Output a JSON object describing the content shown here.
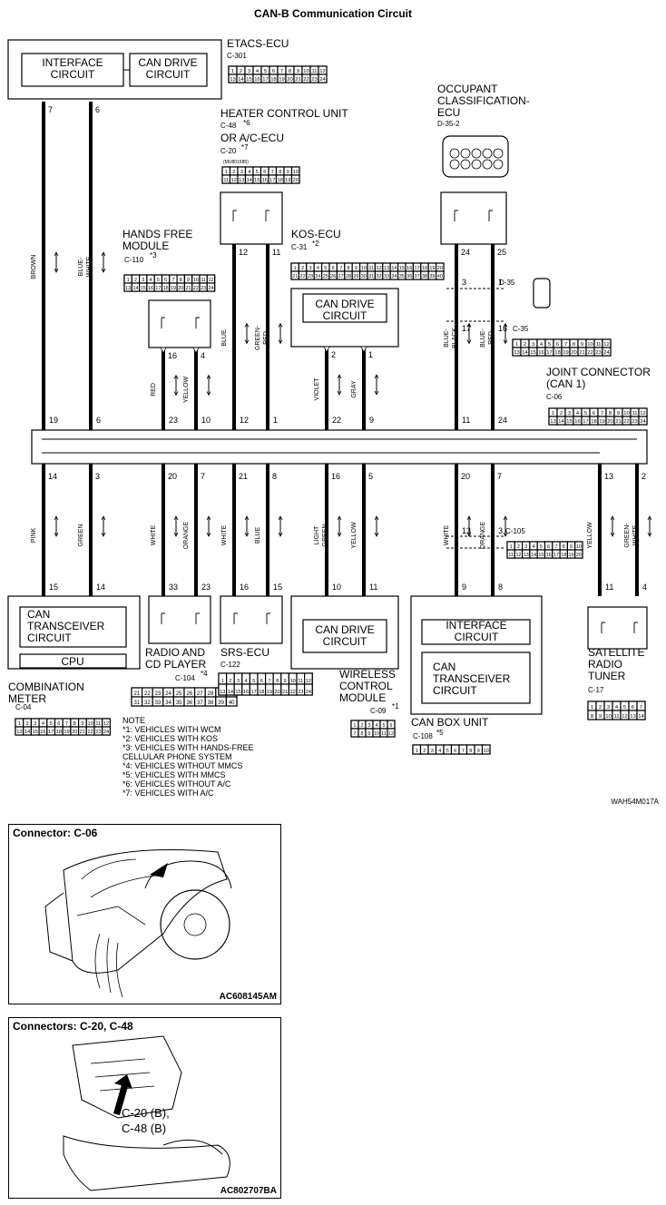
{
  "title": "CAN-B Communication Circuit",
  "figure_code": "WAH54M017A",
  "modules": {
    "etacs": {
      "name": "ETACS-ECU",
      "connector": "C-301",
      "circuit1": "INTERFACE\nCIRCUIT",
      "circuit2": "CAN DRIVE\nCIRCUIT"
    },
    "heater": {
      "name1": "HEATER CONTROL UNIT",
      "connector1": "C-48",
      "star1": "*6",
      "name2": "OR A/C-ECU",
      "connector2": "C-20",
      "star2": "*7",
      "part_no": "(MU801585)"
    },
    "occupant": {
      "name": "OCCUPANT\nCLASSIFICATION-\nECU",
      "connector": "D-35-2"
    },
    "handsfree": {
      "name": "HANDS FREE\nMODULE",
      "connector": "C-110",
      "star": "*3"
    },
    "kos": {
      "name": "KOS-ECU",
      "connector": "C-31",
      "star": "*2",
      "circuit": "CAN DRIVE\nCIRCUIT"
    },
    "joint": {
      "name": "JOINT CONNECTOR\n(CAN 1)",
      "connector": "C-06"
    },
    "combo": {
      "name": "COMBINATION\nMETER",
      "connector": "C-04",
      "circuit": "CAN\nTRANSCEIVER\nCIRCUIT",
      "cpu": "CPU"
    },
    "radio": {
      "name": "RADIO AND\nCD PLAYER",
      "connector": "C-104",
      "star": "*4"
    },
    "srs": {
      "name": "SRS-ECU",
      "connector": "C-122"
    },
    "wcm": {
      "name": "WIRELESS\nCONTROL\nMODULE",
      "connector": "C-09",
      "star": "*1",
      "circuit": "CAN DRIVE\nCIRCUIT"
    },
    "canbox": {
      "name": "CAN BOX UNIT",
      "connector": "C-108",
      "star": "*5",
      "circuit1": "INTERFACE\nCIRCUIT",
      "circuit2": "CAN\nTRANSCEIVER\nCIRCUIT"
    },
    "satellite": {
      "name": "SATELLITE\nRADIO\nTUNER",
      "connector": "C-17"
    },
    "d35": "D-35",
    "c35": "C-35",
    "c105": "C-105"
  },
  "notes": [
    "NOTE",
    "*1: VEHICLES WITH WCM",
    "*2: VEHICLES WITH KOS",
    "*3: VEHICLES WITH HANDS-FREE",
    "      CELLULAR PHONE SYSTEM",
    "*4: VEHICLES WITHOUT MMCS",
    "*5: VEHICLES WITH MMCS",
    "*6: VEHICLES WITHOUT A/C",
    "*7: VEHICLES WITH A/C"
  ],
  "wires_top": [
    {
      "pin_top": "7",
      "color": "BROWN",
      "pin_bottom": "19"
    },
    {
      "pin_top": "6",
      "color": "BLUE-\nWHITE",
      "pin_bottom": "6"
    },
    {
      "pin_top": "16",
      "color": "RED",
      "pin_bottom": "23"
    },
    {
      "pin_top": "4",
      "color": "YELLOW",
      "pin_bottom": "10"
    },
    {
      "pin_top": "12",
      "color": "BLUE",
      "pin_bottom": "12"
    },
    {
      "pin_top": "11",
      "color": "GREEN-\nRED",
      "pin_bottom": "1"
    },
    {
      "pin_top": "2",
      "color": "VIOLET",
      "pin_bottom": "22"
    },
    {
      "pin_top": "1",
      "color": "GRAY",
      "pin_bottom": "9"
    },
    {
      "pin_top": "24",
      "color": "BLUE-\nBLACK",
      "pin_bottom": "11"
    },
    {
      "pin_top": "25",
      "color": "BLUE-\nRED",
      "pin_bottom": "24"
    }
  ],
  "wires_bottom": [
    {
      "pin_top": "14",
      "color": "PINK",
      "pin_bottom": "15"
    },
    {
      "pin_top": "3",
      "color": "GREEN",
      "pin_bottom": "14"
    },
    {
      "pin_top": "20",
      "color": "WHITE",
      "pin_bottom": "33"
    },
    {
      "pin_top": "7",
      "color": "ORANGE",
      "pin_bottom": "23"
    },
    {
      "pin_top": "21",
      "color": "WHITE",
      "pin_bottom": "16"
    },
    {
      "pin_top": "8",
      "color": "BLUE",
      "pin_bottom": "15"
    },
    {
      "pin_top": "16",
      "color": "LIGHT\nGREEN",
      "pin_bottom": "10"
    },
    {
      "pin_top": "5",
      "color": "YELLOW",
      "pin_bottom": "11"
    },
    {
      "pin_top": "20",
      "color": "WHITE",
      "pin_bottom": "9"
    },
    {
      "pin_top": "7",
      "color": "ORANGE",
      "pin_bottom": "8"
    },
    {
      "pin_top": "13",
      "color": "YELLOW",
      "pin_bottom": "11"
    },
    {
      "pin_top": "2",
      "color": "GREEN-\nWHITE",
      "pin_bottom": "4"
    }
  ],
  "intermediate_pins": {
    "d35_a": "3",
    "d35_b": "1",
    "c35_a": "17",
    "c35_b": "16",
    "c105_a": "13",
    "c105_b": "3"
  },
  "photos": [
    {
      "title": "Connector: C-06",
      "code": "AC608145AM"
    },
    {
      "title": "Connectors: C-20, C-48",
      "code": "AC802707BA",
      "callout": "C-20 (B),\nC-48 (B)"
    }
  ]
}
